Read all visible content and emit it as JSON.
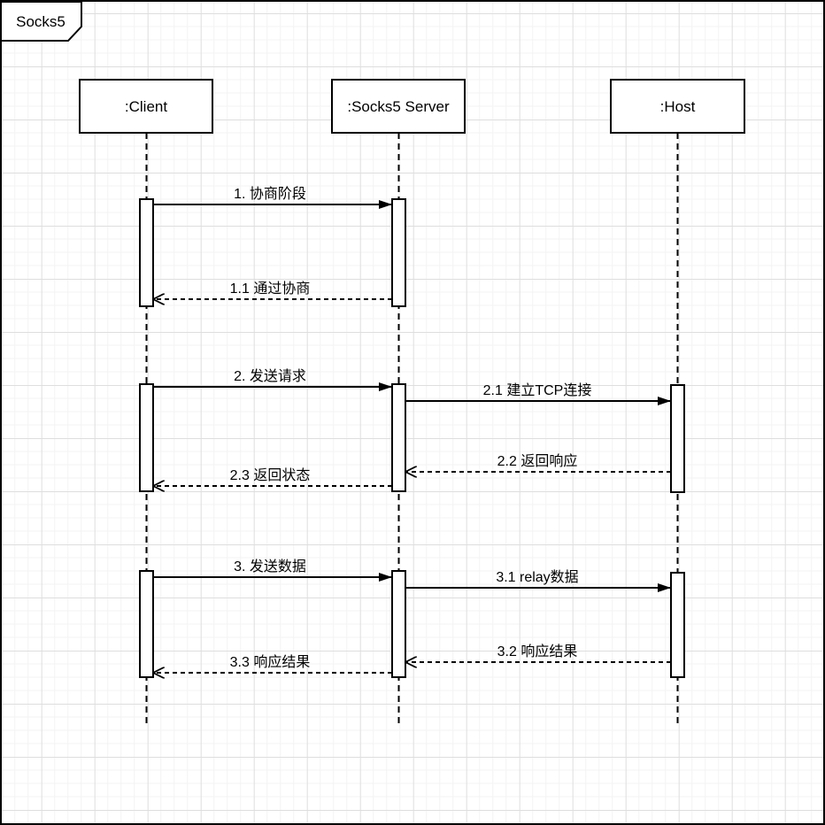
{
  "diagram": {
    "title": "Socks5",
    "type": "uml-sequence-diagram"
  },
  "lifelines": [
    {
      "id": "client",
      "label": ":Client"
    },
    {
      "id": "server",
      "label": ":Socks5 Server"
    },
    {
      "id": "host",
      "label": ":Host"
    }
  ],
  "messages": [
    {
      "seq": "1",
      "label": "1. 协商阶段",
      "from": ":Client",
      "to": ":Socks5 Server",
      "kind": "sync"
    },
    {
      "seq": "1.1",
      "label": "1.1 通过协商",
      "from": ":Socks5 Server",
      "to": ":Client",
      "kind": "return"
    },
    {
      "seq": "2",
      "label": "2. 发送请求",
      "from": ":Client",
      "to": ":Socks5 Server",
      "kind": "sync"
    },
    {
      "seq": "2.1",
      "label": "2.1 建立TCP连接",
      "from": ":Socks5 Server",
      "to": ":Host",
      "kind": "sync"
    },
    {
      "seq": "2.2",
      "label": "2.2 返回响应",
      "from": ":Host",
      "to": ":Socks5 Server",
      "kind": "return"
    },
    {
      "seq": "2.3",
      "label": "2.3 返回状态",
      "from": ":Socks5 Server",
      "to": ":Client",
      "kind": "return"
    },
    {
      "seq": "3",
      "label": "3. 发送数据",
      "from": ":Client",
      "to": ":Socks5 Server",
      "kind": "sync"
    },
    {
      "seq": "3.1",
      "label": "3.1 relay数据",
      "from": ":Socks5 Server",
      "to": ":Host",
      "kind": "sync"
    },
    {
      "seq": "3.2",
      "label": "3.2 响应结果",
      "from": ":Host",
      "to": ":Socks5 Server",
      "kind": "return"
    },
    {
      "seq": "3.3",
      "label": "3.3 响应结果",
      "from": ":Socks5 Server",
      "to": ":Client",
      "kind": "return"
    }
  ],
  "colors": {
    "stroke": "#000000",
    "shape_fill": "#ffffff",
    "grid_minor": "#f3f3f3",
    "grid_major": "#dedede"
  }
}
